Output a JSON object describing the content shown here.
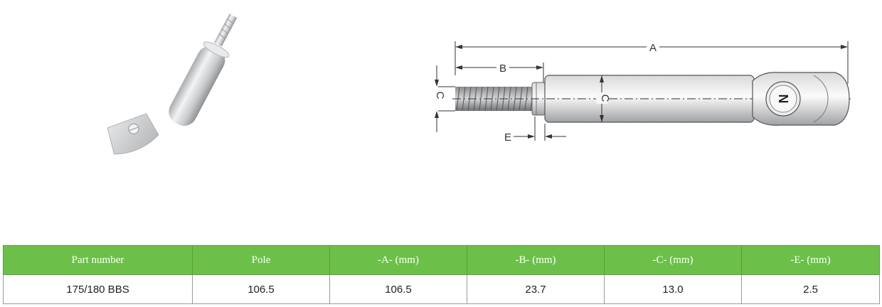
{
  "drawing": {
    "labels": {
      "a": "A",
      "b": "B",
      "c_left": "C",
      "c_mid": "C",
      "e": "E",
      "n": "N"
    }
  },
  "table": {
    "headers": [
      "Part number",
      "Pole",
      "-A- (mm)",
      "-B- (mm)",
      "-C- (mm)",
      "-E- (mm)"
    ],
    "rows": [
      [
        "175/180 BBS",
        "106.5",
        "106.5",
        "23.7",
        "13.0",
        "2.5"
      ]
    ]
  },
  "colors": {
    "header_green": "#6cc04a",
    "border_gray": "#9a9a9a"
  }
}
